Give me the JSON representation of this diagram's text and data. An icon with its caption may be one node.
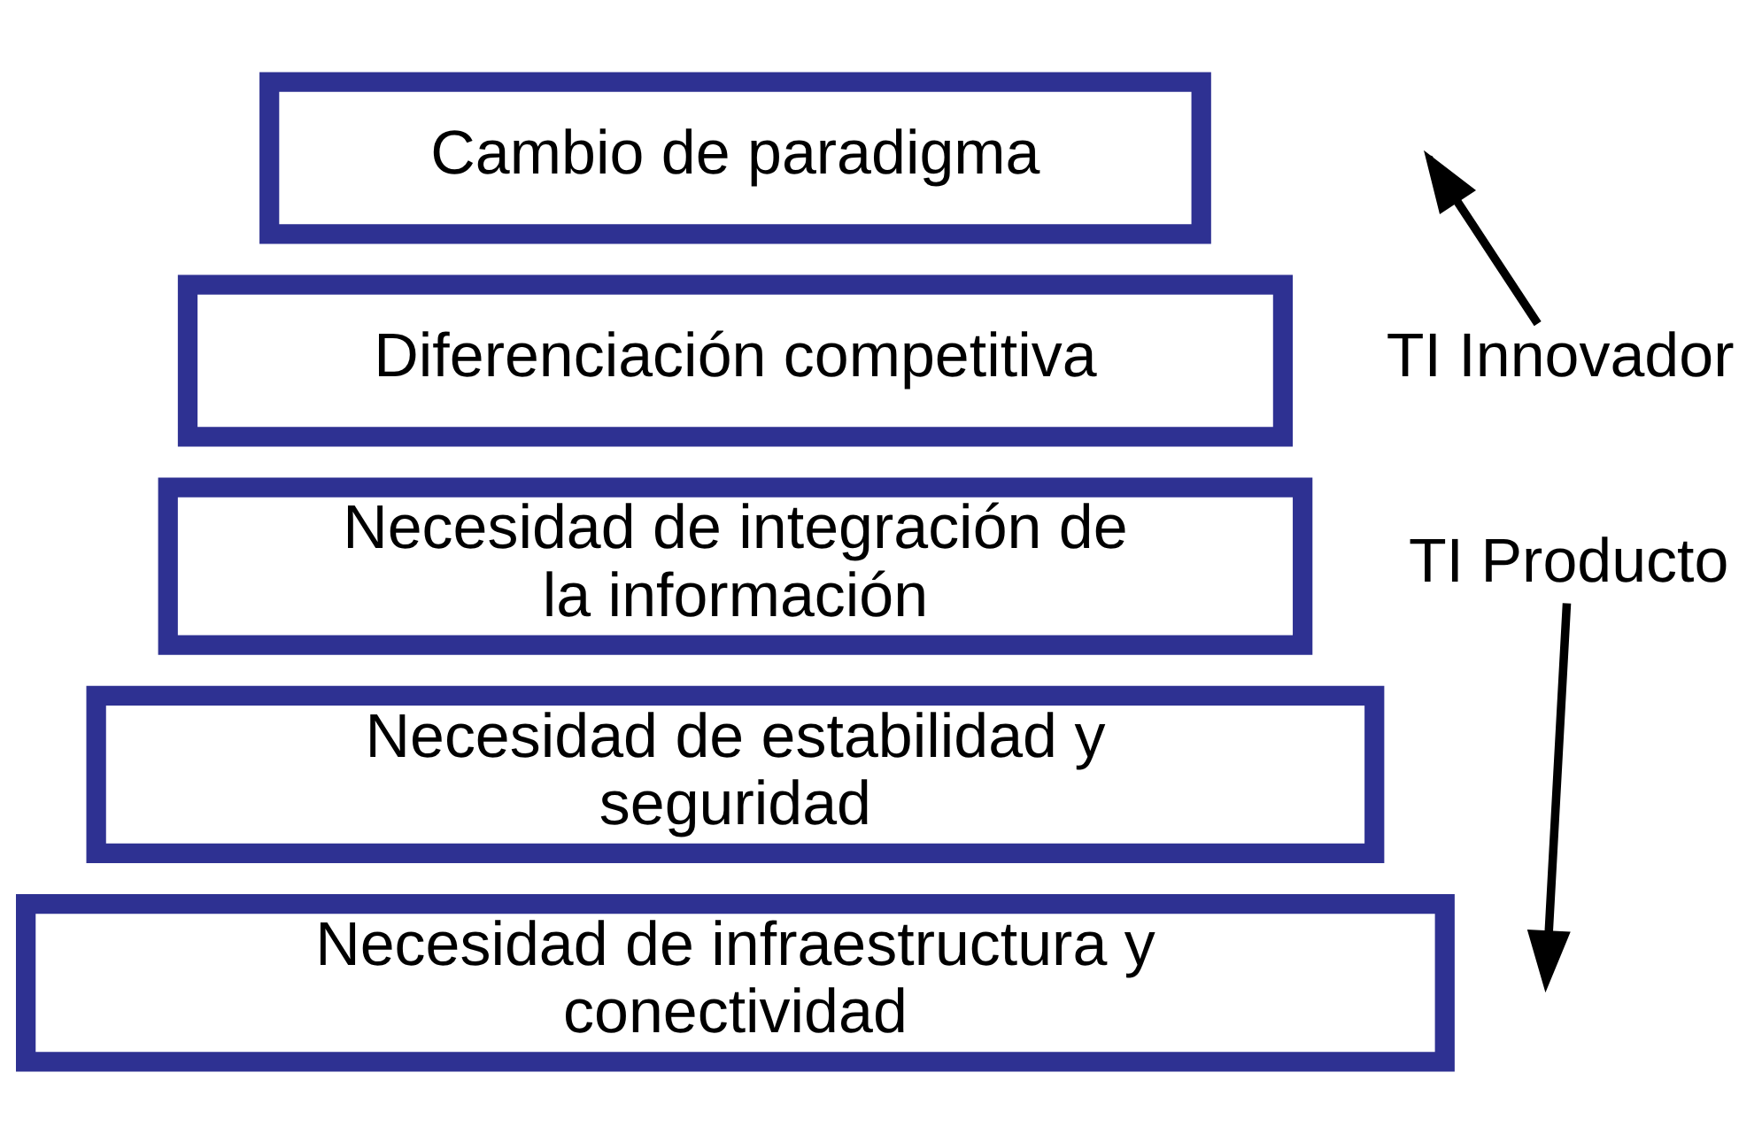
{
  "diagram": {
    "nodes": [
      {
        "text": [
          "Cambio de paradigma"
        ]
      },
      {
        "text": [
          "Diferenciación competitiva"
        ]
      },
      {
        "text": [
          "Necesidad de integración de la información"
        ]
      },
      {
        "text": [
          "Necesidad de estabilidad y seguridad"
        ]
      },
      {
        "text": [
          "Necesidad de infraestructura y conectividad"
        ]
      },
      {
        "text": [
          "TI Innovador"
        ]
      },
      {
        "text": [
          "TI Producto"
        ]
      }
    ],
    "edges": [
      {
        "from": 5,
        "to": null,
        "arrow": "to"
      },
      {
        "from": 6,
        "to": null,
        "arrow": "to"
      }
    ]
  }
}
